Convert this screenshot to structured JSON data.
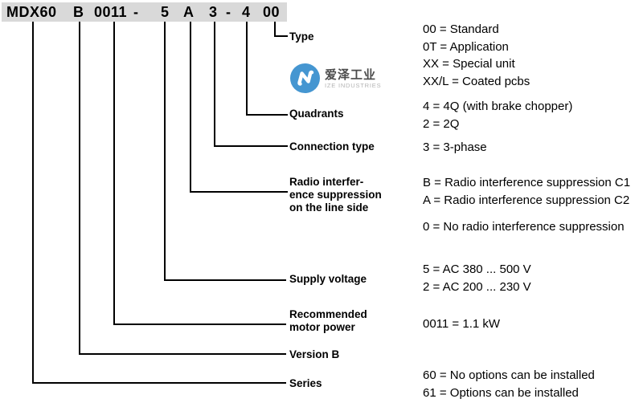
{
  "code": {
    "segments": [
      "MDX60",
      "B",
      "0011",
      "-",
      "5",
      "A",
      "3",
      "-",
      "4",
      "00"
    ]
  },
  "watermark": {
    "cn": "爱泽工业",
    "en": "IZE INDUSTRIES"
  },
  "rows": [
    {
      "label": "Type",
      "values": [
        "00 = Standard",
        "0T = Application",
        "XX = Special unit",
        "XX/L = Coated pcbs"
      ]
    },
    {
      "label": "Quadrants",
      "values": [
        "4 = 4Q (with brake chopper)",
        "2 = 2Q"
      ]
    },
    {
      "label": "Connection type",
      "values": [
        "3 = 3-phase"
      ]
    },
    {
      "label_lines": [
        "Radio interfer-",
        "ence suppression",
        "on the line side"
      ],
      "values": [
        "B = Radio interference suppression C1",
        "A = Radio interference suppression C2",
        "0 = No radio interference suppression"
      ]
    },
    {
      "label": "Supply voltage",
      "values": [
        "5 = AC 380 ... 500 V",
        "2 = AC 200 ... 230 V"
      ]
    },
    {
      "label_lines": [
        "Recommended",
        "motor power"
      ],
      "values": [
        "0011 = 1.1 kW"
      ]
    },
    {
      "label": "Version B",
      "values": []
    },
    {
      "label": "Series",
      "values": [
        "60 = No options can be installed",
        "61 = Options can be installed"
      ]
    }
  ],
  "colors": {
    "bar_bg": "#d9d9d9",
    "line": "#000000",
    "logo_blue": "#4596d1"
  }
}
